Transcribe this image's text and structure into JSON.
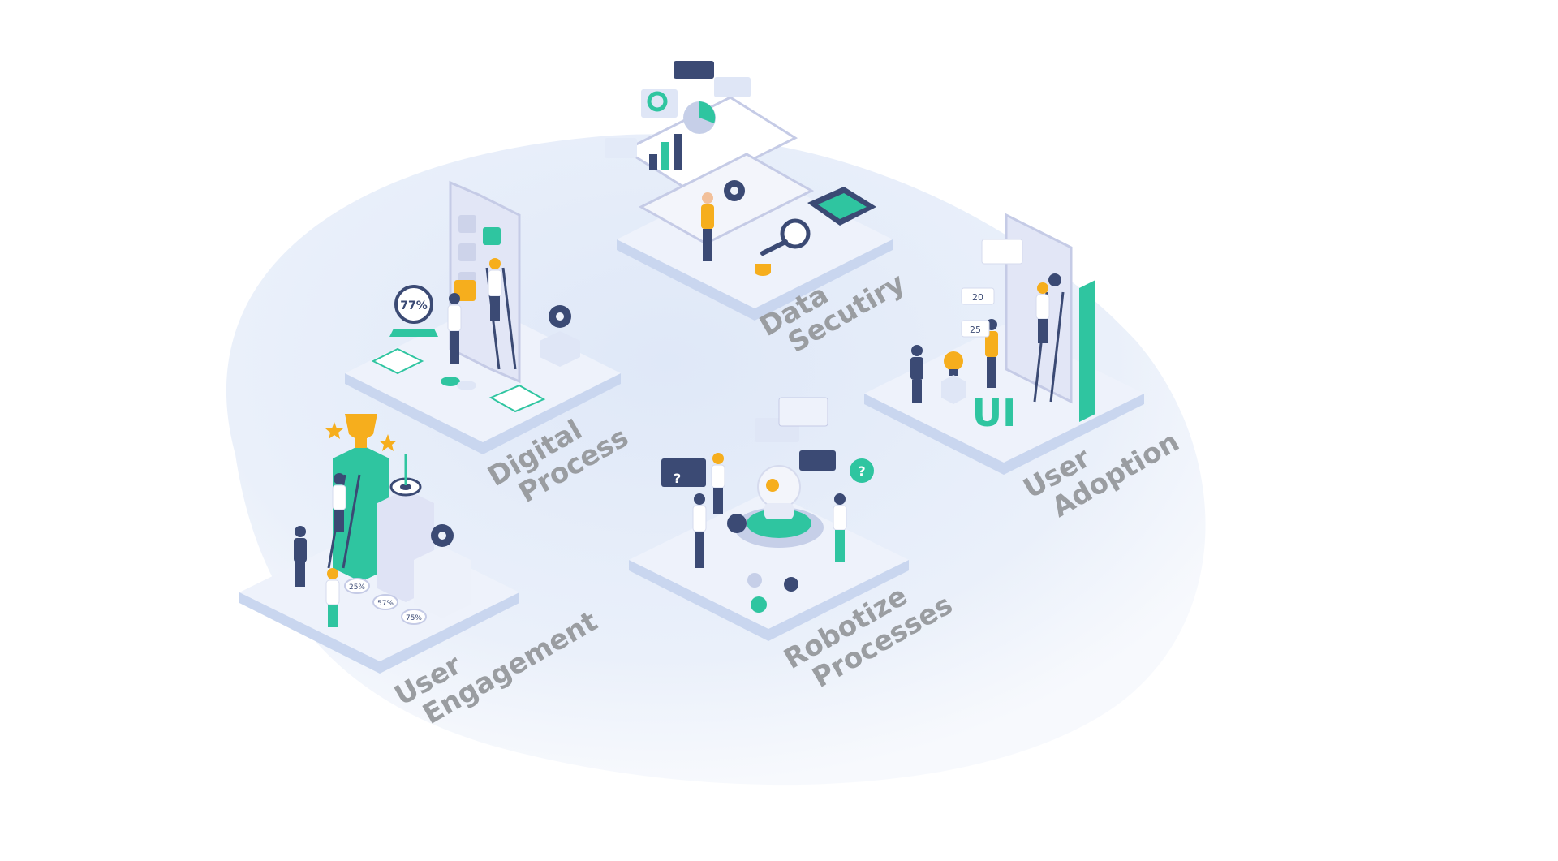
{
  "colors": {
    "accent_green": "#2fc5a0",
    "accent_orange": "#f6ae1d",
    "navy": "#3b4a74",
    "platform_top": "#eef2fb",
    "platform_side": "#c9d6ef",
    "label_gray": "#9a9da1"
  },
  "modules": {
    "data_security": {
      "line1": "Data",
      "line2": "Secutiry"
    },
    "digital_process": {
      "line1": "Digital",
      "line2": "Process",
      "gauge_value": "77%"
    },
    "user_adoption": {
      "line1": "User",
      "line2": "Adoption",
      "sign_text": "UI",
      "card_value_1": "20",
      "card_value_2": "25"
    },
    "user_engagement": {
      "line1": "User",
      "line2": "Engagement",
      "coin_1": "25%",
      "coin_2": "57%",
      "coin_3": "75%"
    },
    "robotize_processes": {
      "line1": "Robotize",
      "line2": "Processes",
      "question_mark": "?"
    }
  },
  "icons": {
    "trophy": "trophy-icon",
    "target": "target-icon",
    "gear": "gear-icon",
    "magnifier": "magnifier-icon",
    "calculator": "calculator-icon",
    "lightbulb": "lightbulb-icon",
    "robot": "robot-icon",
    "question": "question-icon"
  }
}
